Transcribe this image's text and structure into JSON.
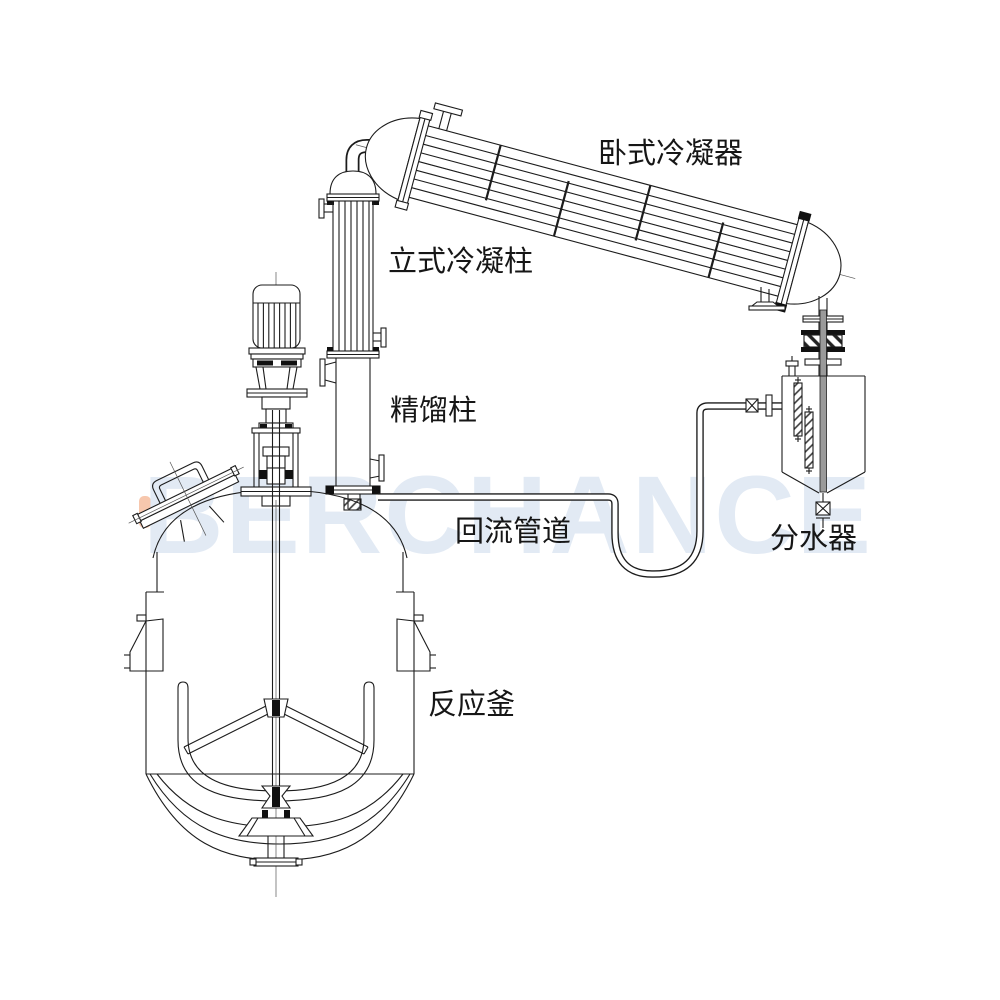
{
  "diagram": {
    "labels": {
      "horizontal_condenser": "卧式冷凝器",
      "vertical_condenser": "立式冷凝柱",
      "rectification_column": "精馏柱",
      "reflux_pipe": "回流管道",
      "water_separator": "分水器",
      "reactor": "反应釜"
    },
    "watermark": "BERCHANCE",
    "colors": {
      "line": "#1c1c1c",
      "watermark": "#e2eaf4",
      "watermark_accent": "#f7c7ad",
      "dip_tube_fill": "#9a9a9a",
      "background": "#ffffff"
    }
  }
}
